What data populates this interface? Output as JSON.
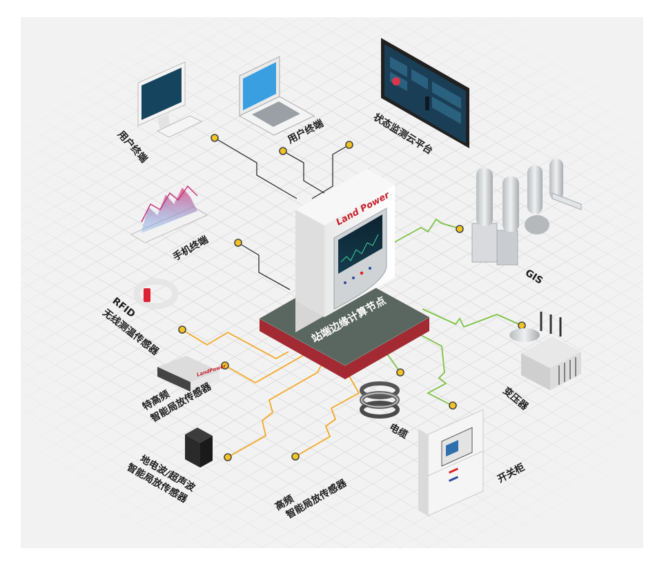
{
  "hub": {
    "label": "站端边缘计算节点",
    "logo": "Land Power"
  },
  "devices": {
    "user_terminal_desktop": "用户终端",
    "user_terminal_laptop": "用户终端",
    "monitoring_platform": "状态监测云平台",
    "mobile_terminal": "手机终端",
    "rfid_line1": "RFID",
    "rfid_line2": "无线测温传感器",
    "uhf_line1": "特高频",
    "uhf_line2": "智能局放传感器",
    "tev_line1": "地电波/超声波",
    "tev_line2": "智能局放传感器",
    "hf_line1": "高频",
    "hf_line2": "智能局放传感器",
    "cable": "电缆",
    "gis": "GIS",
    "transformer": "变压器",
    "switchgear": "开关柜",
    "uhf_device_logo": "LandPower"
  },
  "colors": {
    "client_link": "#2b2b2b",
    "sensor_link": "#f5a623",
    "equipment_link": "#7cc242",
    "node_dot": "#f3c323",
    "hub_base": "#5a6660",
    "hub_rim": "#a32a32",
    "grid_line": "#dcdcdc",
    "panel_bg": "#f2f2f2"
  }
}
